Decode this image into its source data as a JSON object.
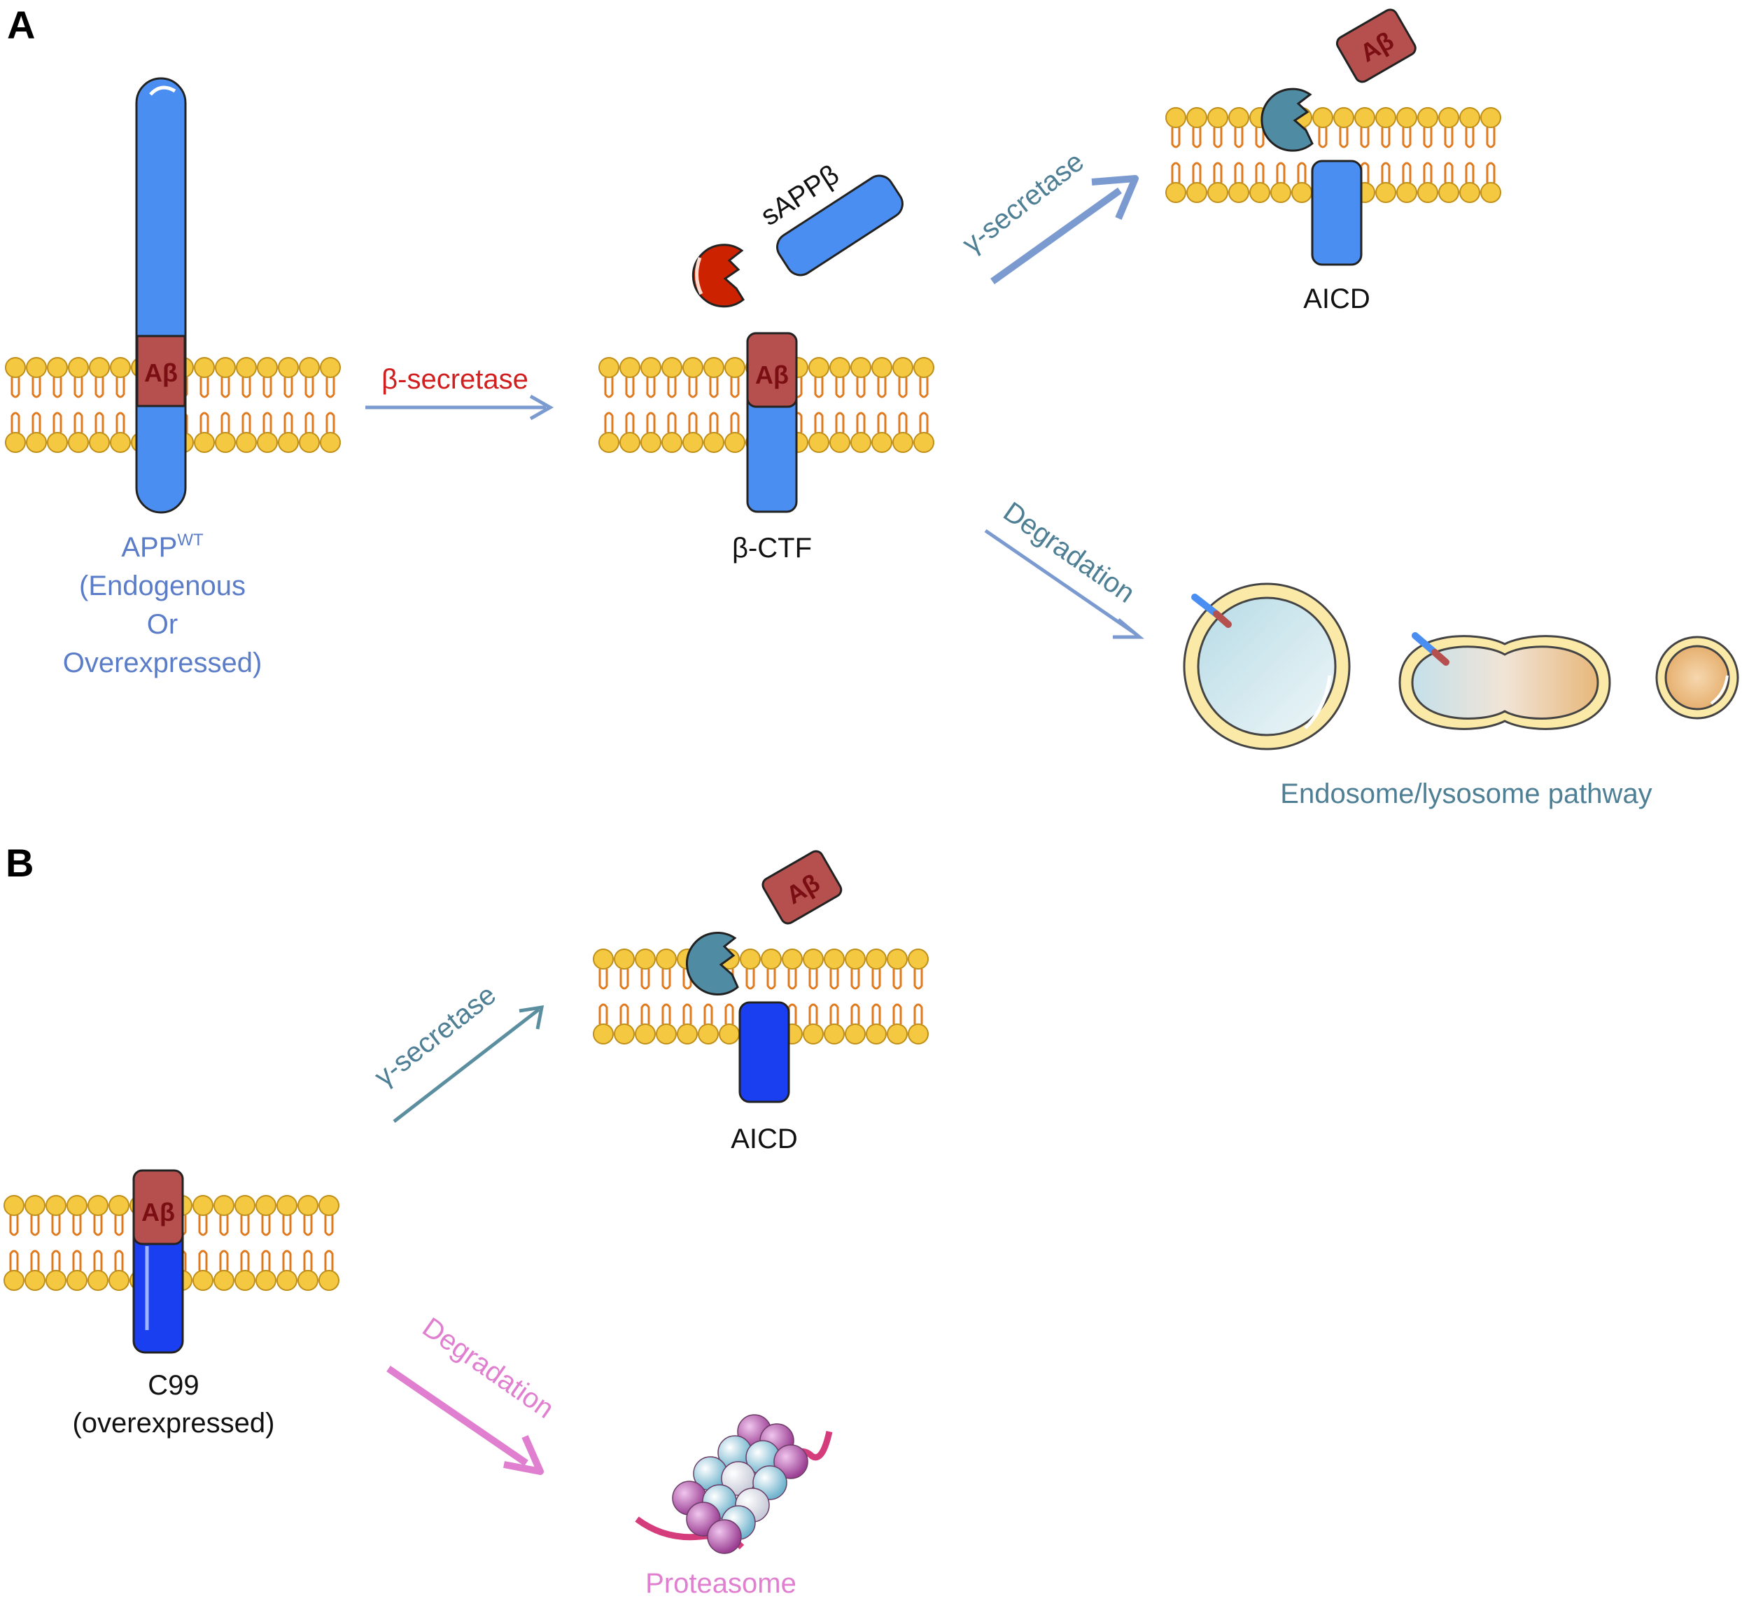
{
  "panels": {
    "a": "A",
    "b": "B"
  },
  "panel_a": {
    "app_label": {
      "name": "APP",
      "superscript": "WT",
      "line2": "(Endogenous",
      "line3": "Or",
      "line4": "Overexpressed)"
    },
    "beta_secretase": "β-secretase",
    "sappb": "sAPPβ",
    "beta_ctf": "β-CTF",
    "gamma_secretase": "γ-secretase",
    "aicd": "AICD",
    "degradation": "Degradation",
    "endosome_pathway": "Endosome/lysosome pathway",
    "abeta": "Aβ"
  },
  "panel_b": {
    "gamma_secretase": "γ-secretase",
    "aicd": "AICD",
    "c99": "C99",
    "c99_sub": "(overexpressed)",
    "degradation": "Degradation",
    "proteasome": "Proteasome",
    "abeta": "Aβ"
  },
  "colors": {
    "membrane_head": "#f5c842",
    "membrane_tail": "#e07a1f",
    "app_blue": "#4a8ef2",
    "c99_blue": "#1a3ff0",
    "abeta_red": "#b5504e",
    "beta_secretase_red": "#cc2200",
    "gamma_secretase_teal": "#4f8ba3",
    "arrow_blue": "#7a9ad0",
    "arrow_teal": "#5b8fa0",
    "pink": "#e07fd0",
    "blue_label": "#5b7dc8",
    "teal_label": "#4e7f94",
    "red_label": "#d11f1f"
  }
}
